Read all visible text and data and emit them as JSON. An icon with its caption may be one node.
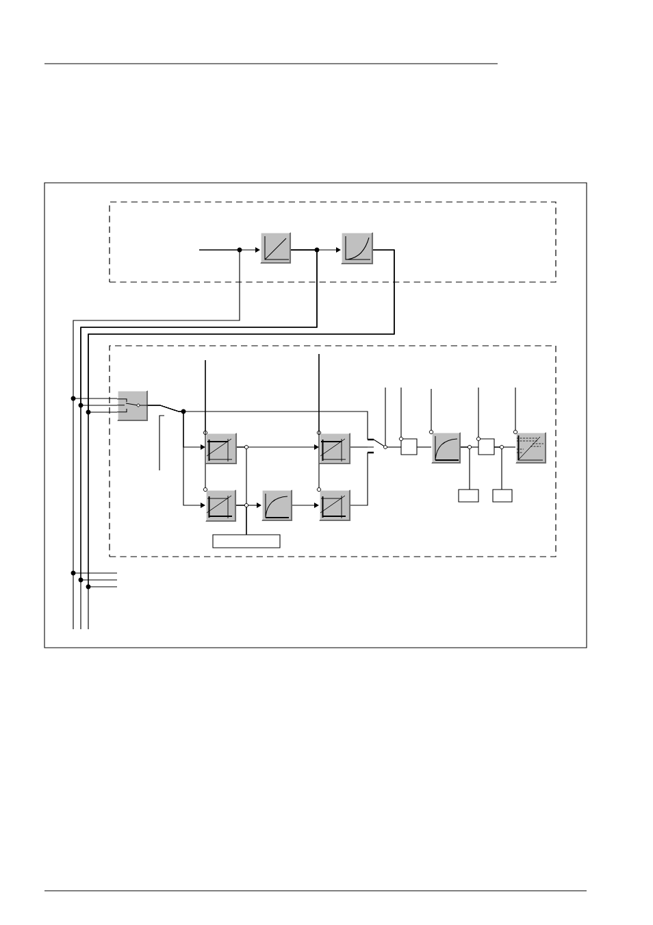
{
  "diagram": {
    "nodes": [
      {
        "text": [],
        "shape": "box"
      },
      {
        "text": [],
        "shape": "box",
        "in": 0
      },
      {
        "text": [],
        "shape": "box",
        "in": 0
      },
      {
        "text": [],
        "shape": "box"
      },
      {
        "text": [],
        "shape": "box",
        "in": 3
      },
      {
        "text": [],
        "shape": "box",
        "in": 3
      },
      {
        "text": [],
        "shape": "box",
        "in": 3
      },
      {
        "text": [],
        "shape": "box",
        "in": 3
      },
      {
        "text": [],
        "shape": "box",
        "in": 3
      },
      {
        "text": [],
        "shape": "box",
        "in": 3
      },
      {
        "text": [],
        "shape": "box",
        "in": 3
      },
      {
        "text": [],
        "shape": "box",
        "in": 3
      },
      {
        "text": [],
        "shape": "box",
        "in": 3
      },
      {
        "text": [],
        "shape": "box",
        "in": 3
      },
      {
        "text": [],
        "shape": "box",
        "in": 3
      },
      {
        "text": [],
        "shape": "box",
        "in": 3
      },
      {
        "text": [],
        "shape": "box",
        "in": 3
      },
      {
        "text": [],
        "shape": "switch",
        "in": 3
      }
    ],
    "edges": [
      {
        "from": null,
        "to": 1,
        "arrow": "to"
      },
      {
        "from": 1,
        "to": 2,
        "arrow": "to"
      },
      {
        "from": null,
        "to": 4,
        "arrow": "none"
      },
      {
        "from": 1,
        "to": 4,
        "arrow": "none"
      },
      {
        "from": 2,
        "to": 4,
        "arrow": "none"
      },
      {
        "from": 1,
        "to": null,
        "arrow": "none"
      },
      {
        "from": 1,
        "to": null,
        "arrow": "none"
      },
      {
        "from": 2,
        "to": null,
        "arrow": "none"
      },
      {
        "from": 2,
        "to": null,
        "arrow": "none"
      },
      {
        "from": 4,
        "to": 5,
        "arrow": "to"
      },
      {
        "from": 4,
        "to": 11,
        "arrow": "to"
      },
      {
        "from": 4,
        "to": 17,
        "arrow": "none"
      },
      {
        "from": 5,
        "to": 6,
        "arrow": "to"
      },
      {
        "from": 5,
        "to": 16,
        "arrow": "none"
      },
      {
        "from": 11,
        "to": 12,
        "arrow": "to"
      },
      {
        "from": 11,
        "to": 16,
        "arrow": "none"
      },
      {
        "from": 12,
        "to": 13,
        "arrow": "to"
      },
      {
        "from": 6,
        "to": 17,
        "arrow": "none"
      },
      {
        "from": 13,
        "to": 17,
        "arrow": "none"
      },
      {
        "from": 7,
        "to": 8,
        "arrow": "none"
      },
      {
        "from": 8,
        "to": 9,
        "arrow": "none"
      },
      {
        "from": 8,
        "to": 14,
        "arrow": "none"
      },
      {
        "from": 9,
        "to": 10,
        "arrow": "none"
      },
      {
        "from": 9,
        "to": 15,
        "arrow": "none"
      },
      {
        "from": null,
        "to": 5,
        "arrow": "none"
      },
      {
        "from": null,
        "to": 11,
        "arrow": "none"
      },
      {
        "from": null,
        "to": 6,
        "arrow": "none"
      },
      {
        "from": null,
        "to": 13,
        "arrow": "none"
      },
      {
        "from": null,
        "to": 7,
        "arrow": "none"
      },
      {
        "from": null,
        "to": 8,
        "arrow": "none"
      },
      {
        "from": null,
        "to": 9,
        "arrow": "none"
      },
      {
        "from": null,
        "to": 10,
        "arrow": "none"
      },
      {
        "from": 17,
        "to": 7,
        "arrow": "none"
      },
      {
        "from": null,
        "to": 17,
        "arrow": "none"
      }
    ]
  }
}
